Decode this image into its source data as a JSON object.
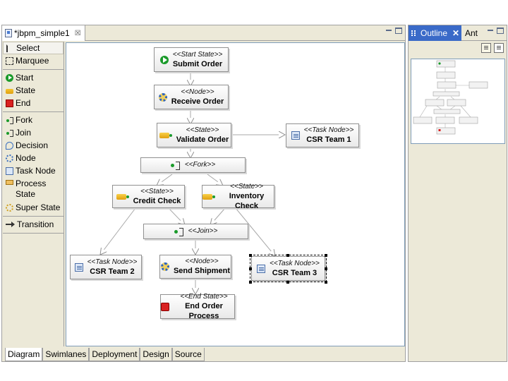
{
  "editor": {
    "tab_title": "*jbpm_simple1",
    "tab_close": "☒"
  },
  "palette": {
    "items": [
      {
        "label": "Select",
        "icon": "select-icon"
      },
      {
        "label": "Marquee",
        "icon": "marquee-icon"
      },
      {
        "label": "Start",
        "icon": "start-icon"
      },
      {
        "label": "State",
        "icon": "state-icon"
      },
      {
        "label": "End",
        "icon": "end-icon"
      },
      {
        "label": "Fork",
        "icon": "fork-icon"
      },
      {
        "label": "Join",
        "icon": "join-icon"
      },
      {
        "label": "Decision",
        "icon": "decision-icon"
      },
      {
        "label": "Node",
        "icon": "node-icon"
      },
      {
        "label": "Task Node",
        "icon": "task-node-icon"
      },
      {
        "label": "Process",
        "label2": "State",
        "icon": "process-state-icon"
      },
      {
        "label": "Super State",
        "icon": "super-state-icon"
      },
      {
        "label": "Transition",
        "icon": "transition-icon"
      }
    ]
  },
  "diagram": {
    "nodes": {
      "submit_order": {
        "stereotype": "<<Start State>>",
        "name": "Submit Order"
      },
      "receive_order": {
        "stereotype": "<<Node>>",
        "name": "Receive Order"
      },
      "validate_order": {
        "stereotype": "<<State>>",
        "name": "Validate Order"
      },
      "csr_team_1": {
        "stereotype": "<<Task Node>>",
        "name": "CSR Team 1"
      },
      "fork": {
        "stereotype": "<<Fork>>"
      },
      "credit_check": {
        "stereotype": "<<State>>",
        "name": "Credit Check"
      },
      "inventory_check": {
        "stereotype": "<<State>>",
        "name": "Inventory Check"
      },
      "join": {
        "stereotype": "<<Join>>"
      },
      "csr_team_2": {
        "stereotype": "<<Task Node>>",
        "name": "CSR Team 2"
      },
      "send_shipment": {
        "stereotype": "<<Node>>",
        "name": "Send Shipment"
      },
      "csr_team_3": {
        "stereotype": "<<Task Node>>",
        "name": "CSR Team 3"
      },
      "end_order_process": {
        "stereotype": "<<End State>>",
        "name": "End Order Process"
      }
    }
  },
  "bottom_tabs": [
    "Diagram",
    "Swimlanes",
    "Deployment",
    "Design",
    "Source"
  ],
  "outline": {
    "tab_label": "Outline",
    "tab_close": "✕",
    "other_tab": "Ant"
  }
}
